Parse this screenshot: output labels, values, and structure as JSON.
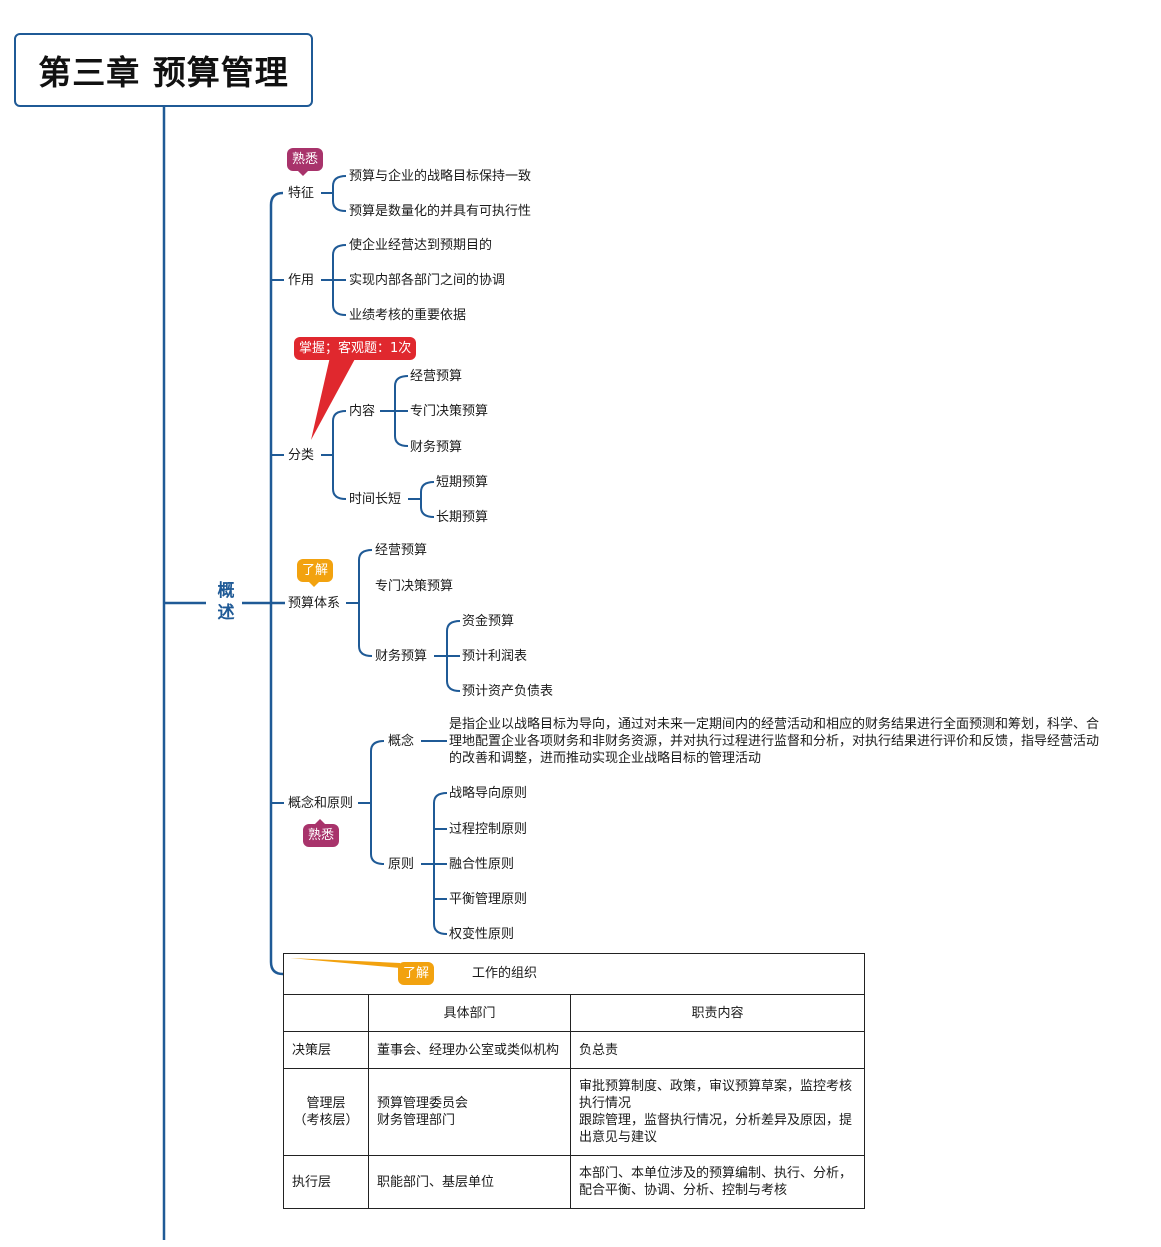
{
  "title": "第三章 预算管理",
  "branch": "概述",
  "tags": {
    "familiar": "熟悉",
    "master": "掌握；客观题：1次",
    "understand": "了解"
  },
  "features": {
    "label": "特征",
    "items": [
      "预算与企业的战略目标保持一致",
      "预算是数量化的并具有可执行性"
    ]
  },
  "roles": {
    "label": "作用",
    "items": [
      "使企业经营达到预期目的",
      "实现内部各部门之间的协调",
      "业绩考核的重要依据"
    ]
  },
  "classification": {
    "label": "分类",
    "content": {
      "label": "内容",
      "items": [
        "经营预算",
        "专门决策预算",
        "财务预算"
      ]
    },
    "time": {
      "label": "时间长短",
      "items": [
        "短期预算",
        "长期预算"
      ]
    }
  },
  "system": {
    "label": "预算体系",
    "items": [
      "经营预算",
      "专门决策预算"
    ],
    "finance": {
      "label": "财务预算",
      "items": [
        "资金预算",
        "预计利润表",
        "预计资产负债表"
      ]
    }
  },
  "concept_principle": {
    "label": "概念和原则",
    "concept": {
      "label": "概念",
      "text": "是指企业以战略目标为导向，通过对未来一定期间内的经营活动和相应的财务结果进行全面预测和筹划，科学、合理地配置企业各项财务和非财务资源，并对执行过程进行监督和分析，对执行结果进行评价和反馈，指导经营活动的改善和调整，进而推动实现企业战略目标的管理活动"
    },
    "principle": {
      "label": "原则",
      "items": [
        "战略导向原则",
        "过程控制原则",
        "融合性原则",
        "平衡管理原则",
        "权变性原则"
      ]
    }
  },
  "organization": {
    "title": "工作的组织",
    "headers": [
      "",
      "具体部门",
      "职责内容"
    ],
    "rows": [
      {
        "level": "决策层",
        "dept": "董事会、经理办公室或类似机构",
        "duty": "负总责"
      },
      {
        "level": "管理层\n（考核层）",
        "dept": "预算管理委员会\n财务管理部门",
        "duty": "审批预算制度、政策，审议预算草案，监控考核执行情况\n跟踪管理，监督执行情况，分析差异及原因，提出意见与建议"
      },
      {
        "level": "执行层",
        "dept": "职能部门、基层单位",
        "duty": "本部门、本单位涉及的预算编制、执行、分析，配合平衡、协调、分析、控制与考核"
      }
    ]
  },
  "colors": {
    "line": "#1f5a96",
    "familiar_tag": "#a8336b",
    "understand_tag": "#f2a20f",
    "master_tag": "#e0282e"
  }
}
